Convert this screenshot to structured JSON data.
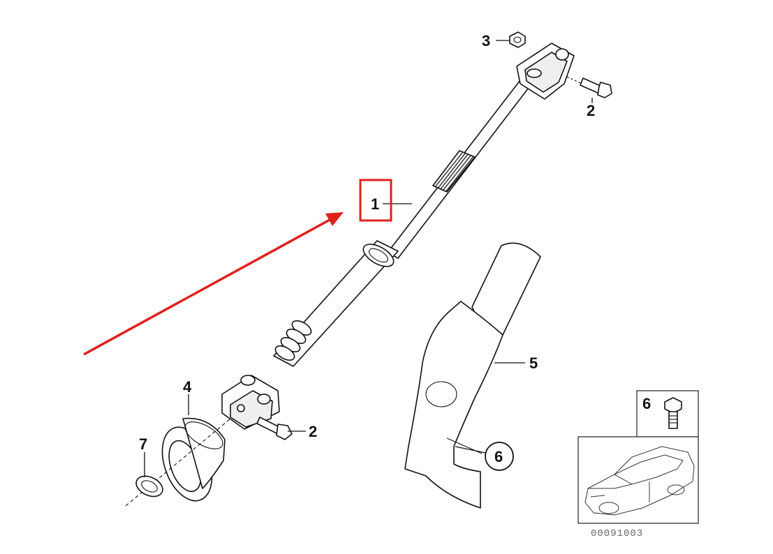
{
  "callouts": {
    "c1": "1",
    "c2_top": "2",
    "c2_bottom": "2",
    "c3": "3",
    "c4": "4",
    "c5": "5",
    "c6_circle": "6",
    "c6_box": "6",
    "c7": "7"
  },
  "reference_number": "00091003",
  "colors": {
    "highlight": "#e0201b",
    "arrow": "#e0201b",
    "line": "#111111"
  }
}
